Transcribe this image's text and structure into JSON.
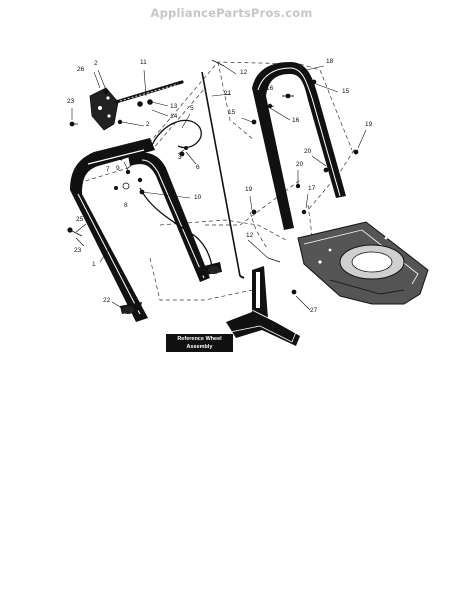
{
  "watermark": "AppliancePartsPros.com",
  "reference_label": {
    "line1": "Reference Wheel",
    "line2": "Assembly"
  },
  "callouts": {
    "c1": "1",
    "c2a": "2",
    "c2b": "2",
    "c3": "3",
    "c4": "4",
    "c5": "5",
    "c6": "6",
    "c7": "7",
    "c8": "8",
    "c9": "9",
    "c10": "10",
    "c11": "11",
    "c12a": "12",
    "c12b": "12",
    "c13": "13",
    "c14": "14",
    "c15a": "15",
    "c15b": "15",
    "c16a": "16",
    "c16b": "16",
    "c17": "17",
    "c18": "18",
    "c19a": "19",
    "c19b": "19",
    "c20a": "20",
    "c20b": "20",
    "c21": "21",
    "c22": "22",
    "c23a": "23",
    "c23b": "23",
    "c25": "25",
    "c26": "26",
    "c27": "27"
  }
}
